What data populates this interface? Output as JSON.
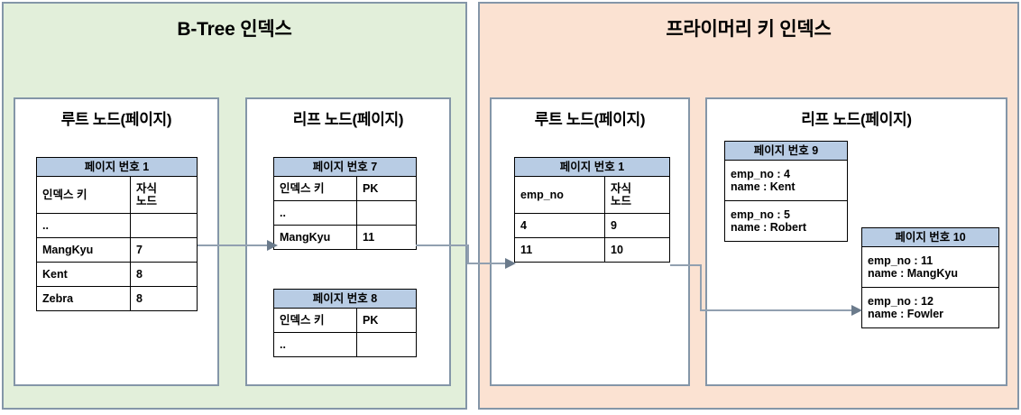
{
  "panels": [
    {
      "id": "btree",
      "title": "B-Tree 인덱스",
      "color": "#e2efda",
      "nodes": [
        {
          "id": "btree-root",
          "title": "루트 노드(페이지)",
          "tables": [
            {
              "id": "page-1",
              "header": "페이지 번호 1",
              "columns": [
                "인덱스 키",
                "자식\n노드"
              ],
              "rows": [
                [
                  "..",
                  ""
                ],
                [
                  "MangKyu",
                  "7"
                ],
                [
                  "Kent",
                  "8"
                ],
                [
                  "Zebra",
                  "8"
                ]
              ]
            }
          ]
        },
        {
          "id": "btree-leaf",
          "title": "리프 노드(페이지)",
          "tables": [
            {
              "id": "page-7",
              "header": "페이지 번호 7",
              "columns": [
                "인덱스 키",
                "PK"
              ],
              "rows": [
                [
                  "..",
                  ""
                ],
                [
                  "MangKyu",
                  "11"
                ]
              ]
            },
            {
              "id": "page-8",
              "header": "페이지 번호 8",
              "columns": [
                "인덱스 키",
                "PK"
              ],
              "rows": [
                [
                  "..",
                  ""
                ]
              ]
            }
          ]
        }
      ]
    },
    {
      "id": "pk",
      "title": "프라이머리 키 인덱스",
      "color": "#fbe2d2",
      "nodes": [
        {
          "id": "pk-root",
          "title": "루트 노드(페이지)",
          "tables": [
            {
              "id": "page-1-pk",
              "header": "페이지 번호 1",
              "columns": [
                "emp_no",
                "자식\n노드"
              ],
              "rows": [
                [
                  "4",
                  "9"
                ],
                [
                  "11",
                  "10"
                ]
              ]
            }
          ]
        },
        {
          "id": "pk-leaf",
          "title": "리프 노드(페이지)",
          "tables": [
            {
              "id": "page-9",
              "header": "페이지 번호 9",
              "records": [
                "emp_no : 4\nname : Kent",
                "emp_no : 5\nname : Robert"
              ]
            },
            {
              "id": "page-10",
              "header": "페이지 번호 10",
              "records": [
                "emp_no : 11\nname : MangKyu",
                "emp_no : 12\nname : Fowler"
              ]
            }
          ]
        }
      ]
    }
  ],
  "colors": {
    "panel_green": "#e2efda",
    "panel_orange": "#fbe2d2",
    "panel_border": "#8496a8",
    "table_header_blue": "#b8cce4",
    "table_border": "#000000",
    "connector": "#91a0b0"
  }
}
